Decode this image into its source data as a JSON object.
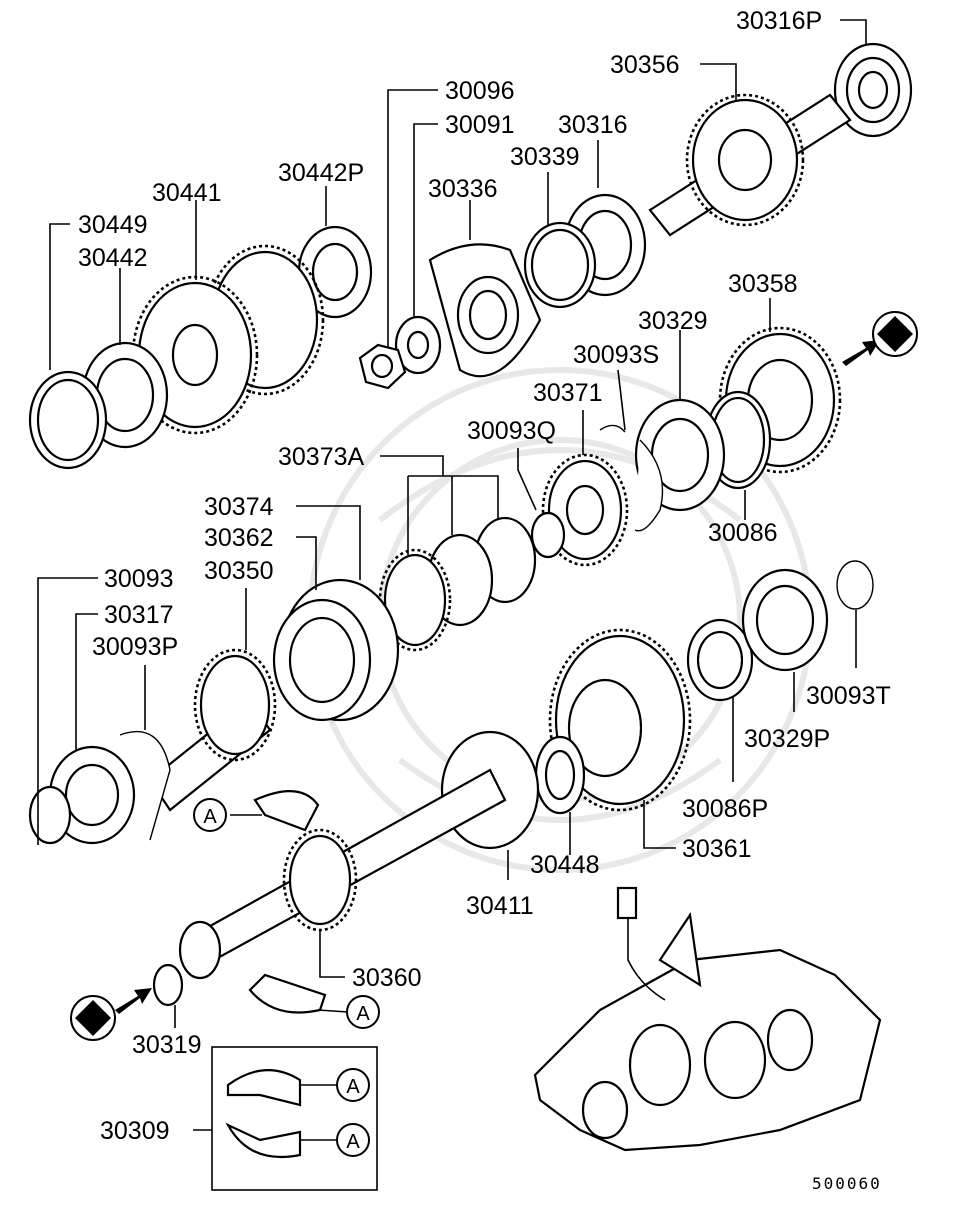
{
  "diagram_code": "500060",
  "callout_letter": "A",
  "labels": {
    "p30316P": "30316P",
    "p30356": "30356",
    "p30096": "30096",
    "p30091": "30091",
    "p30316": "30316",
    "p30339": "30339",
    "p30336": "30336",
    "p30442P": "30442P",
    "p30441": "30441",
    "p30449": "30449",
    "p30442": "30442",
    "p30358": "30358",
    "p30329": "30329",
    "p30093S": "30093S",
    "p30371": "30371",
    "p30093Q": "30093Q",
    "p30373A": "30373A",
    "p30086": "30086",
    "p30374": "30374",
    "p30362": "30362",
    "p30350": "30350",
    "p30093": "30093",
    "p30317": "30317",
    "p30093P": "30093P",
    "p30093T": "30093T",
    "p30329P": "30329P",
    "p30086P": "30086P",
    "p30361": "30361",
    "p30448": "30448",
    "p30411": "30411",
    "p30360": "30360",
    "p30319": "30319",
    "p30309": "30309"
  }
}
